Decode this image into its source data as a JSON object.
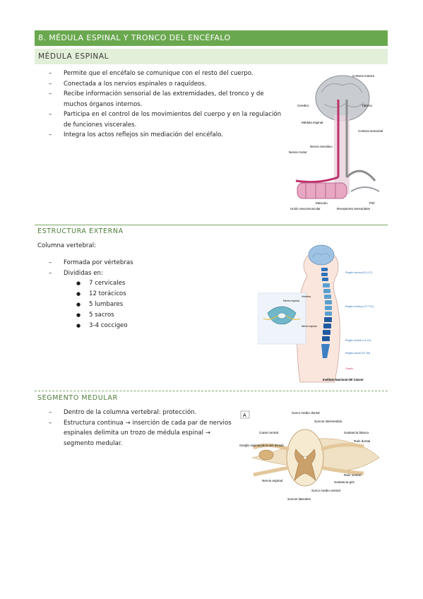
{
  "header": {
    "title": "8. MÉDULA ESPINAL Y TRONCO DEL ENCÉFALO",
    "subtitle": "MÉDULA ESPINAL"
  },
  "intro_bullets": [
    "Permite que el encéfalo se comunique con el resto del cuerpo.",
    "Conectada a los nervios espinales o raquídeos.",
    "Recibe información sensorial de las extremidades, del tronco y de muchos órganos internos.",
    "Participa en el control de los movimientos del cuerpo y en la regulación de funciones viscerales.",
    "Integra los actos reflejos sin mediación del encéfalo."
  ],
  "figure1_labels": {
    "cortex_motor": "Corteza motora",
    "brain": "Cerebro",
    "thalamus": "Tálamo",
    "spinal_cord": "Médula espinal",
    "cortex_sensory": "Corteza sensorial",
    "sensory_nerve": "Nervio sensitivo",
    "motor_nerve": "Nervio motor",
    "muscle": "Músculo",
    "skin": "Piel",
    "nmj": "Unión neuromuscular",
    "receptors": "Receptores sensoriales"
  },
  "external": {
    "heading": "ESTRUCTURA EXTERNA",
    "column_label": "Columna vertebral:",
    "bullets": [
      "Formada por vértebras",
      "Divididas en:"
    ],
    "sub_bullets": [
      "7 cervicales",
      "12 torácicos",
      "5 lumbares",
      "5 sacros",
      "3-4 coccigeo"
    ]
  },
  "figure2_labels": {
    "cervical": "Región cervical (C1-C7)",
    "thoracic": "Región torácica (T1-T12)",
    "lumbar": "Región lumbar (L1-L5)",
    "sacral": "Región sacral (S1-S5)",
    "coccyx": "Cóccix",
    "vertebra": "Vértebra",
    "spinal_nerve": "Nervio espinal",
    "source": "Instituto Nacional del Cáncer",
    "inset_nerve": "Nervio espinal"
  },
  "segment": {
    "heading": "SEGMENTO MEDULAR",
    "bullets": [
      "Dentro de la columna vertebral: protección.",
      "Estructura continua → inserción de cada par de nervios espinales delimita un trozo de médula espinal → segmento medular."
    ]
  },
  "figure3_labels": {
    "panel": "A",
    "sulcus_dorsal": "Surco medio dorsal",
    "sulci_intermediate": "Surcos intermedios",
    "central_canal": "Canal central",
    "white_matter": "Sustancia blanca",
    "dorsal_root": "Raíz dorsal",
    "ganglion": "Ganglio espinal (de la raíz dorsal)",
    "ventral_root": "Raíz ventral",
    "gray_matter": "Sustancia gris",
    "spinal_nerve": "Nervio espinal",
    "sulcus_ventral": "Surco medio ventral",
    "lateral_sulci": "Surcos laterales"
  },
  "colors": {
    "banner": "#6aa84f",
    "subbanner": "#e2efd9",
    "heading": "#4e7d3a"
  }
}
